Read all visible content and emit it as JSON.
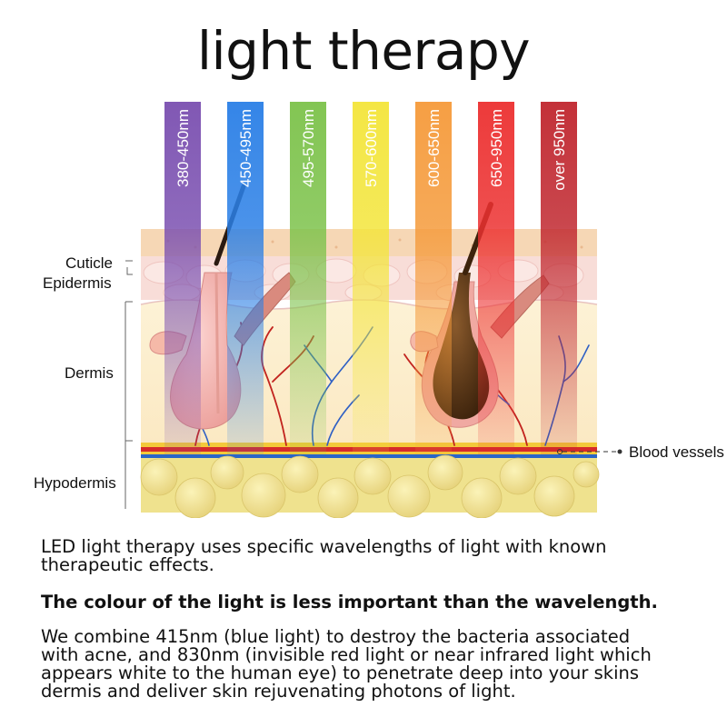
{
  "title": "light therapy",
  "bands": [
    {
      "label": "380-450nm",
      "color": "#7a4fb0"
    },
    {
      "label": "450-495nm",
      "color": "#2a7fe6"
    },
    {
      "label": "495-570nm",
      "color": "#7cc24a"
    },
    {
      "label": "570-600nm",
      "color": "#f3e53a"
    },
    {
      "label": "600-650nm",
      "color": "#f59a3a"
    },
    {
      "label": "650-950nm",
      "color": "#ec3030"
    },
    {
      "label": "over  950nm",
      "color": "#c0262e"
    }
  ],
  "layers": {
    "cuticle": "Cuticle",
    "epidermis": "Epidermis",
    "dermis": "Dermis",
    "hypodermis": "Hypodermis",
    "blood_vessels": "Blood vessels"
  },
  "paragraphs": {
    "p1_line1": "LED light therapy uses specific wavelengths of light with known",
    "p1_line2": "therapeutic effects.",
    "p2": "The colour of the light is less important than the wavelength.",
    "p3_line1": "We combine 415nm (blue light) to destroy the bacteria associated",
    "p3_line2": "with acne, and 830nm (invisible red light or near infrared light which",
    "p3_line3": "appears white to the human eye) to penetrate deep into your skins",
    "p3_line4": "dermis and deliver skin rejuvenating photons of light."
  }
}
